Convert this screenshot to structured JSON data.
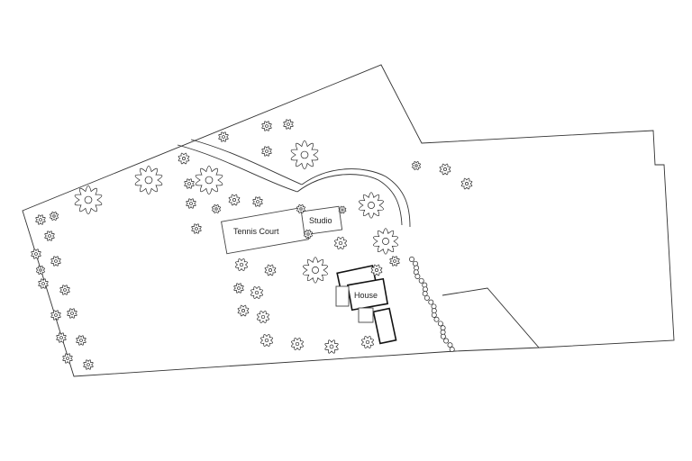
{
  "labels": {
    "tennis_court": "Tennis Court",
    "studio": "Studio",
    "house": "House"
  },
  "colors": {
    "line": "#333333",
    "background": "#ffffff"
  }
}
